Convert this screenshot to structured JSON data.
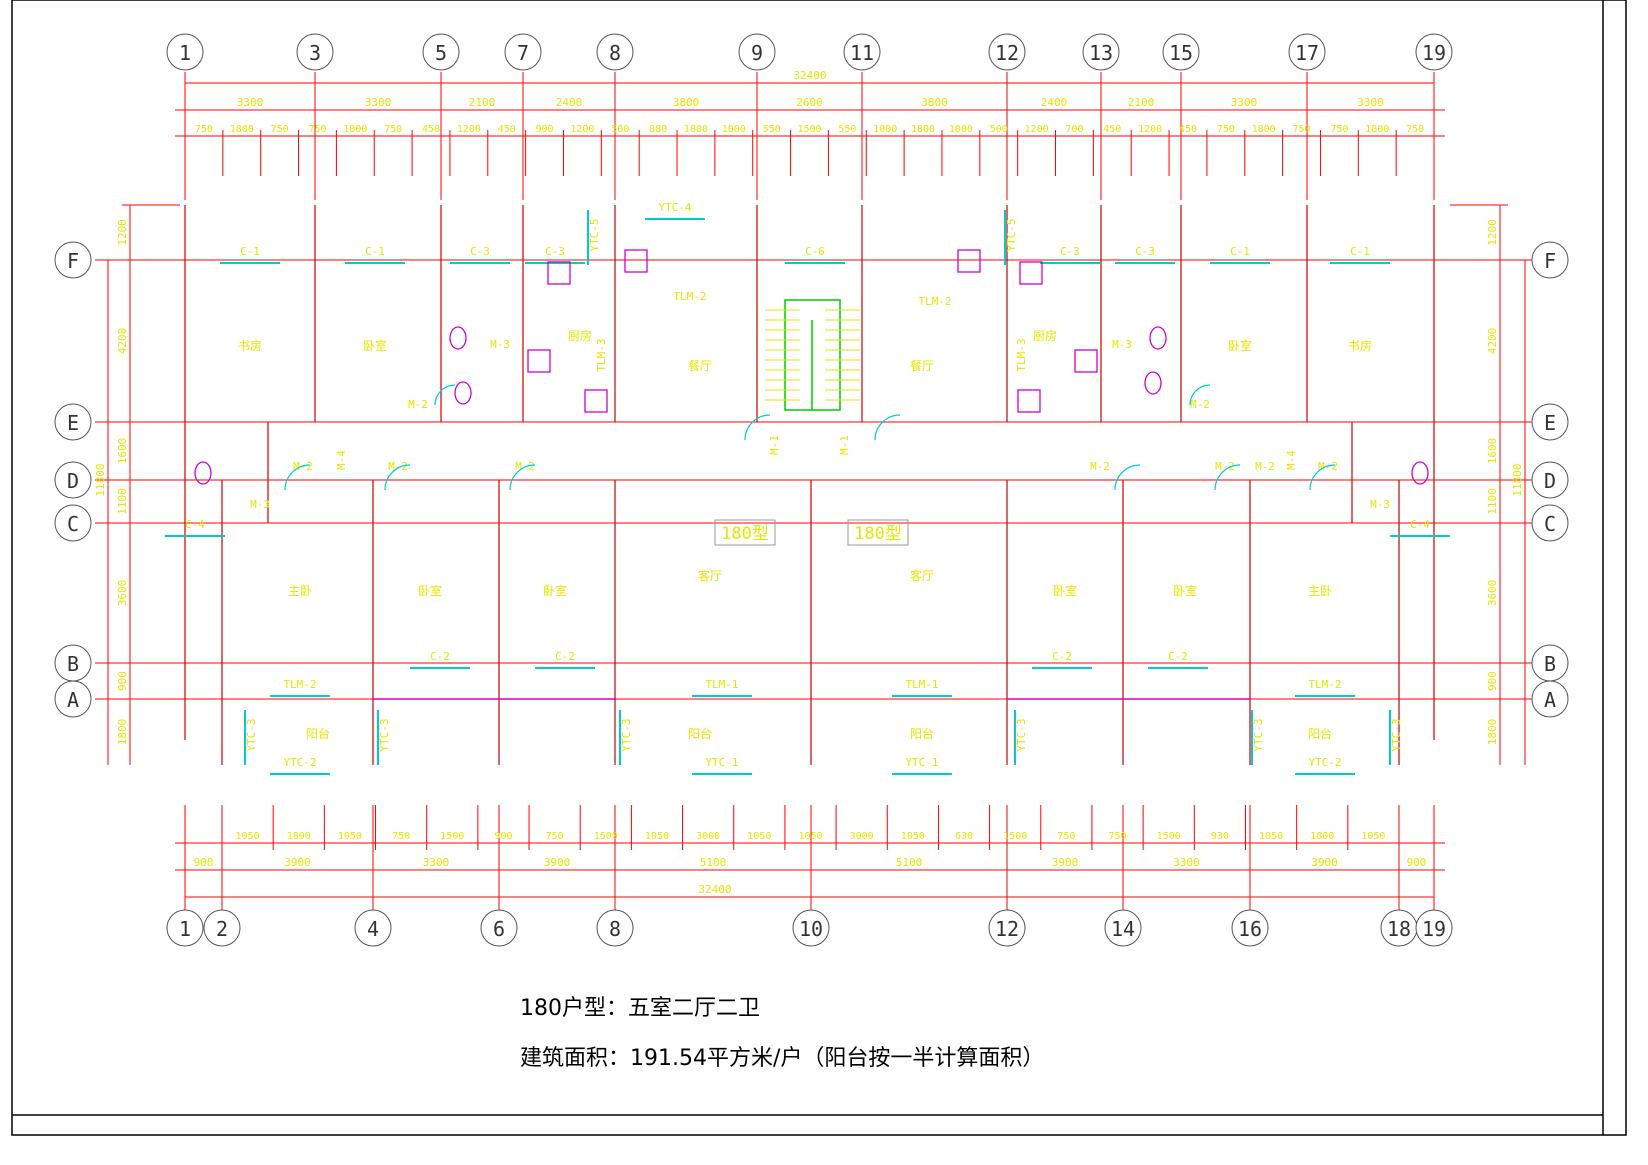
{
  "plan": {
    "overall_dim": "32400",
    "top_axes": [
      "1",
      "3",
      "5",
      "7",
      "8",
      "9",
      "11",
      "12",
      "13",
      "15",
      "17",
      "19"
    ],
    "bottom_axes": [
      "1",
      "2",
      "4",
      "6",
      "8",
      "10",
      "12",
      "14",
      "16",
      "18",
      "19"
    ],
    "row_axes": [
      "F",
      "E",
      "D",
      "C",
      "B",
      "A"
    ],
    "top_dims_2": [
      "3300",
      "3300",
      "2100",
      "2400",
      "3800",
      "2600",
      "3800",
      "2400",
      "2100",
      "3300",
      "3300"
    ],
    "top_dims_1": [
      "750",
      "1800",
      "750",
      "750",
      "1800",
      "750",
      "450",
      "1200",
      "450",
      "900",
      "1200",
      "500",
      "880",
      "1800",
      "1000",
      "550",
      "1500",
      "550",
      "1000",
      "1800",
      "1000",
      "500",
      "1200",
      "700",
      "450",
      "1200",
      "450",
      "750",
      "1800",
      "750",
      "750",
      "1800",
      "750"
    ],
    "bottom_dims_1": [
      "1050",
      "1800",
      "1050",
      "750",
      "1500",
      "900",
      "750",
      "1500",
      "1050",
      "3000",
      "1050",
      "1050",
      "3000",
      "1050",
      "630",
      "1500",
      "750",
      "750",
      "1500",
      "930",
      "1050",
      "1800",
      "1050"
    ],
    "bottom_dims_2": [
      "900",
      "3900",
      "3300",
      "3900",
      "5100",
      "5100",
      "3900",
      "3300",
      "3900",
      "900"
    ],
    "left_dims": [
      "1200",
      "4200",
      "1600",
      "1100",
      "3600",
      "900",
      "1800"
    ],
    "left_dim_vertical": "11800",
    "right_dims": [
      "1200",
      "4200",
      "1600",
      "1100",
      "3600",
      "900",
      "1800"
    ],
    "right_dim_vertical": "11800",
    "unit_labels": [
      "180型",
      "180型"
    ],
    "windows": [
      "C-1",
      "C-1",
      "C-3",
      "C-3",
      "YTC-5",
      "YTC-4",
      "C-6",
      "YTC-5",
      "C-3",
      "C-3",
      "C-1",
      "C-1",
      "C-4",
      "C-4",
      "C-2",
      "C-2",
      "C-2",
      "C-2",
      "TLM-1",
      "TLM-1",
      "TLM-2",
      "TLM-2",
      "YTC-2",
      "YTC-2",
      "YTC-1",
      "YTC-1",
      "YTC-3",
      "YTC-3",
      "YTC-3",
      "YTC-3",
      "YTC-3",
      "YTC-3"
    ],
    "doors": [
      "M-2",
      "M-2",
      "M-2",
      "M-2",
      "M-2",
      "M-2",
      "M-2",
      "M-2",
      "M-2",
      "M-3",
      "M-3",
      "M-3",
      "M-3",
      "M-4",
      "M-4",
      "M-1",
      "M-1",
      "TLM-2",
      "TLM-2",
      "TLM-3",
      "TLM-3"
    ],
    "rooms_top": [
      "书房",
      "卧室",
      "厨房",
      "餐厅",
      "餐厅",
      "厨房",
      "卧室",
      "书房"
    ],
    "rooms_mid": [
      "主卧",
      "卧室",
      "卧室",
      "客厅",
      "客厅",
      "卧室",
      "卧室",
      "主卧"
    ],
    "rooms_bottom": [
      "阳台",
      "阳台",
      "阳台",
      "阳台"
    ],
    "colors": {
      "axis": "#ff0000",
      "wall": "#cc0000",
      "dim_text": "#e6e600",
      "window": "#00cccc",
      "fixture": "#cc00cc",
      "stair": "#00cc00"
    }
  },
  "notes": {
    "type_line": "180户型：五室二厅二卫",
    "area_line": "建筑面积：191.54平方米/户（阳台按一半计算面积）"
  }
}
